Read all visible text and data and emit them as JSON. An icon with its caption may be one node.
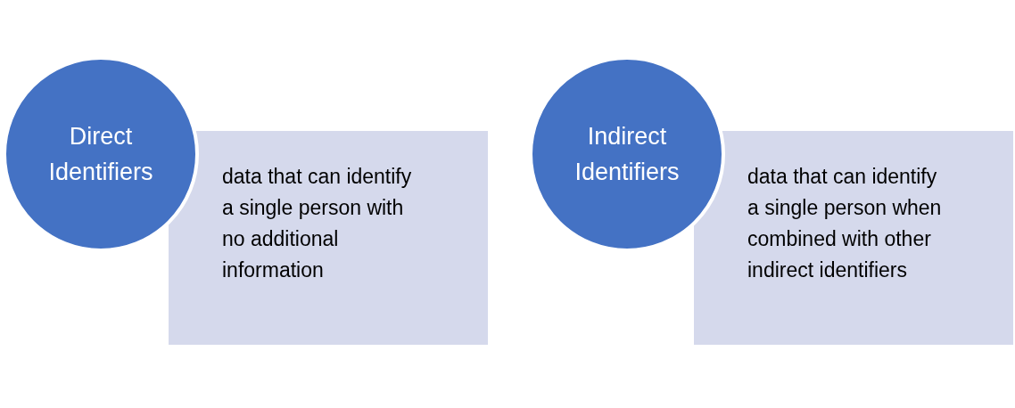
{
  "diagram": {
    "nodes": [
      {
        "text": [
          "Direct Identifiers"
        ]
      },
      {
        "text": [
          "data that can identify a single person with no additional information"
        ]
      },
      {
        "text": [
          "Indirect Identifiers"
        ]
      },
      {
        "text": [
          "data that can identify a single person when combined with other indirect identifiers"
        ]
      }
    ]
  }
}
